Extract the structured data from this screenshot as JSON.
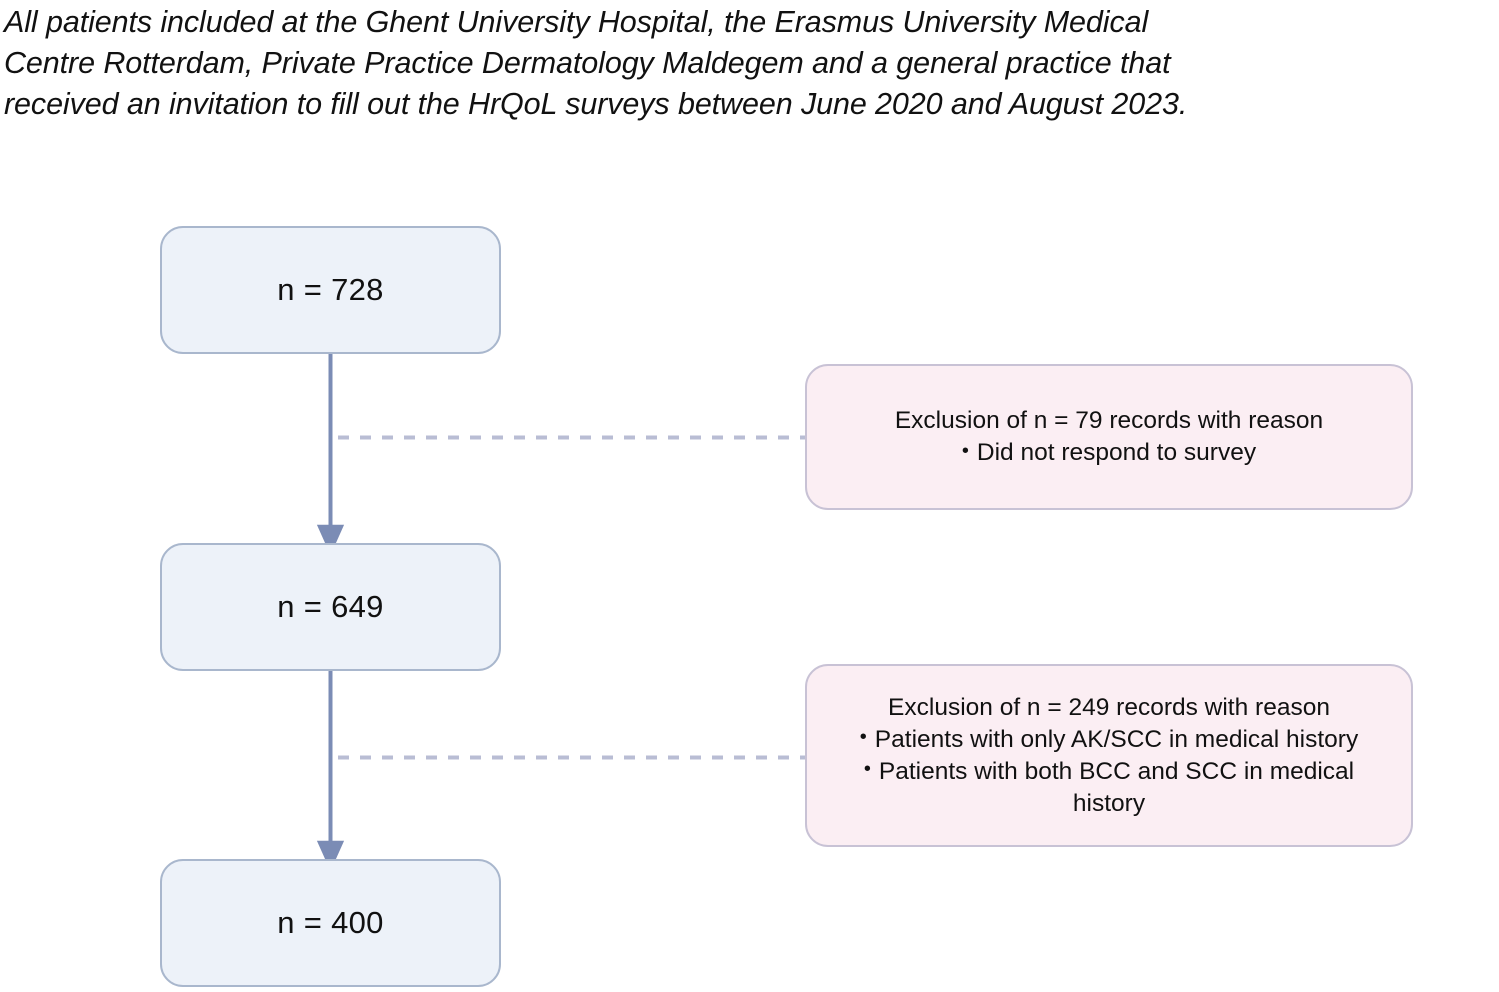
{
  "caption": {
    "lines": [
      "All patients included at the Ghent University Hospital, the Erasmus University Medical",
      "Centre Rotterdam, Private Practice Dermatology Maldegem and a general practice that",
      "received an invitation to fill out the HrQoL surveys between June 2020 and August 2023."
    ]
  },
  "colors": {
    "count_box_fill": "#edf2f9",
    "count_box_border": "#a9b7cd",
    "exclusion_box_fill": "#fbeef3",
    "exclusion_box_border": "#c8c2d5",
    "arrow": "#7b8cb5",
    "dashed_line": "#b9bdd4",
    "text": "#111111"
  },
  "flowchart": {
    "type": "flow-diagram",
    "nodes": [
      {
        "id": "n728",
        "kind": "count",
        "label": "n = 728"
      },
      {
        "id": "n649",
        "kind": "count",
        "label": "n = 649"
      },
      {
        "id": "n400",
        "kind": "count",
        "label": "n = 400"
      }
    ],
    "exclusions": [
      {
        "id": "excl1",
        "heading": "Exclusion of n = 79 records with reason",
        "bullet": "•",
        "reasons": [
          "Did not respond to survey"
        ]
      },
      {
        "id": "excl2",
        "heading": "Exclusion of n = 249 records with reason",
        "bullet": "•",
        "reasons": [
          "Patients with only AK/SCC in medical history",
          "Patients with both BCC and SCC in medical history"
        ]
      }
    ],
    "connectors": [
      {
        "from": "n728",
        "to": "n649",
        "style": "solid-arrow"
      },
      {
        "from": "n649",
        "to": "n400",
        "style": "solid-arrow"
      },
      {
        "from": "n728-n649-spine",
        "to": "excl1",
        "style": "dashed"
      },
      {
        "from": "n649-n400-spine",
        "to": "excl2",
        "style": "dashed"
      }
    ]
  }
}
